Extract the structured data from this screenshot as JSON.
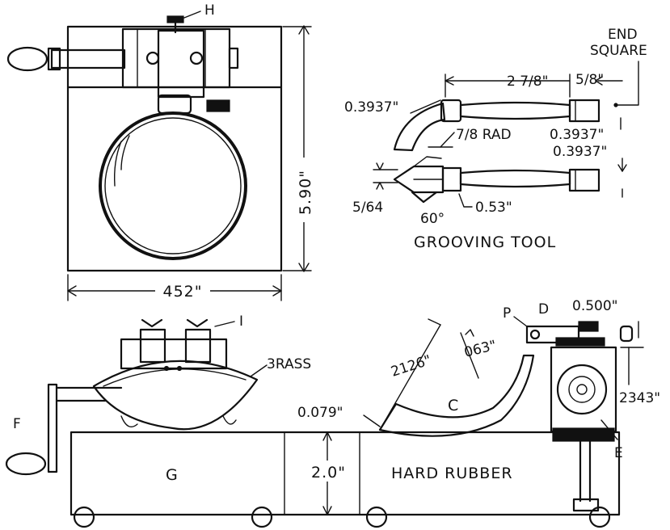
{
  "top_view": {
    "label_h": "H",
    "dim_height": "5.90\"",
    "dim_width": "452\""
  },
  "grooving_tool": {
    "title": "GROOVING TOOL",
    "end_label": "END",
    "square_label": "SQUARE",
    "dim_length": "2 7/8\"",
    "dim_end": "5/8\"",
    "dim_left_dia": "0.3937\"",
    "dim_rad": "7/8 RAD",
    "dim_right_dia_upper": "0.3937\"",
    "dim_right_dia_lower": "0.3937\"",
    "dim_tip": "5/64",
    "dim_angle": "60°",
    "dim_053": "0.53\""
  },
  "side_view": {
    "label_i": "I",
    "label_brass": "3RASS",
    "label_f": "F",
    "label_g": "G",
    "label_base_height": "2.0\"",
    "label_hard_rubber": "HARD RUBBER",
    "label_c": "C",
    "dim_2126": "2126\"",
    "dim_063": "063\"",
    "dim_0079": "0.079\"",
    "label_p": "P",
    "label_d": "D",
    "dim_0500": "0.500\"",
    "dim_2343": "2343\"",
    "label_e": "E"
  }
}
